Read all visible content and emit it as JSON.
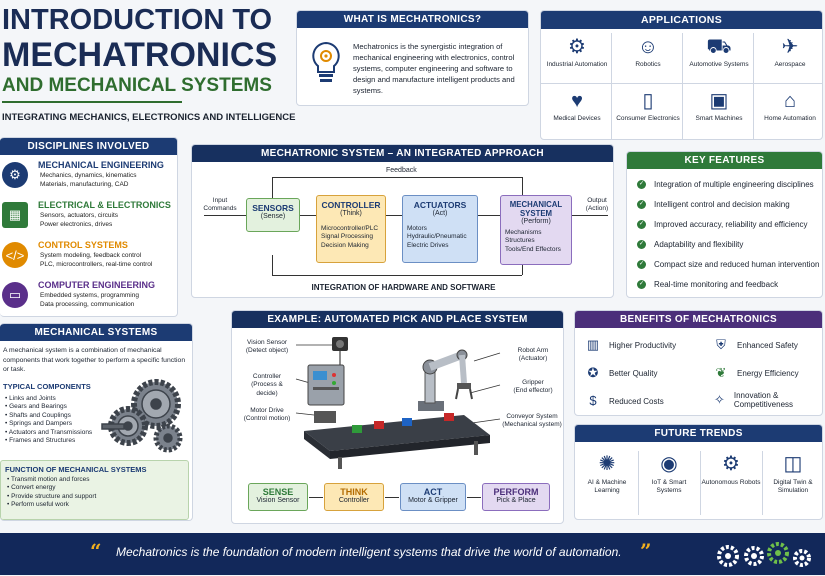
{
  "title": {
    "line1": "INTRODUCTION TO",
    "line2": "MECHATRONICS",
    "line3": "AND MECHANICAL SYSTEMS",
    "subtitle": "INTEGRATING MECHANICS, ELECTRONICS AND INTELLIGENCE"
  },
  "what": {
    "header": "WHAT IS MECHATRONICS?",
    "body": "Mechatronics is the synergistic integration of mechanical engineering with electronics, control systems, computer engineering and software to design and manufacture intelligent products and systems."
  },
  "applications": {
    "header": "APPLICATIONS",
    "items": [
      {
        "label": "Industrial Automation",
        "icon": "robot-arm-icon"
      },
      {
        "label": "Robotics",
        "icon": "robot-icon"
      },
      {
        "label": "Automotive Systems",
        "icon": "car-icon"
      },
      {
        "label": "Aerospace",
        "icon": "airplane-icon"
      },
      {
        "label": "Medical Devices",
        "icon": "heart-monitor-icon"
      },
      {
        "label": "Consumer Electronics",
        "icon": "smartphone-icon"
      },
      {
        "label": "Smart Machines",
        "icon": "iot-chip-icon"
      },
      {
        "label": "Home Automation",
        "icon": "smart-home-icon"
      }
    ]
  },
  "disciplines": {
    "header": "DISCIPLINES INVOLVED",
    "items": [
      {
        "title": "MECHANICAL ENGINEERING",
        "lines": [
          "Mechanics, dynamics, kinematics",
          "Materials, manufacturing, CAD"
        ],
        "color": "#1c3b73",
        "icon": "gear-icon"
      },
      {
        "title": "ELECTRICAL & ELECTRONICS",
        "lines": [
          "Sensors, actuators, circuits",
          "Power electronics, drives"
        ],
        "color": "#2f7a3a",
        "icon": "chip-icon"
      },
      {
        "title": "CONTROL SYSTEMS",
        "lines": [
          "System modeling, feedback control",
          "PLC, microcontrollers, real-time control"
        ],
        "color": "#e08a00",
        "icon": "code-screen-icon"
      },
      {
        "title": "COMPUTER ENGINEERING",
        "lines": [
          "Embedded systems, programming",
          "Data processing, communication"
        ],
        "color": "#5a2f8a",
        "icon": "computer-icon"
      }
    ]
  },
  "system": {
    "header": "MECHATRONIC SYSTEM – AN INTEGRATED APPROACH",
    "feedback": "Feedback",
    "input": "Input Commands",
    "output": "Output (Action)",
    "footer": "INTEGRATION OF HARDWARE AND SOFTWARE",
    "blocks": [
      {
        "title": "SENSORS",
        "sub": "(Sense)",
        "lines": []
      },
      {
        "title": "CONTROLLER",
        "sub": "(Think)",
        "lines": [
          "Microcontroller/PLC",
          "Signal Processing",
          "Decision Making"
        ]
      },
      {
        "title": "ACTUATORS",
        "sub": "(Act)",
        "lines": [
          "Motors",
          "Hydraulic/Pneumatic",
          "Electric Drives"
        ]
      },
      {
        "title": "MECHANICAL SYSTEM",
        "sub": "(Perform)",
        "lines": [
          "Mechanisms",
          "Structures",
          "Tools/End Effectors"
        ]
      }
    ]
  },
  "key_features": {
    "header": "KEY FEATURES",
    "items": [
      "Integration of multiple engineering disciplines",
      "Intelligent control and decision making",
      "Improved accuracy, reliability and efficiency",
      "Adaptability and flexibility",
      "Compact size and reduced human intervention",
      "Real-time monitoring and feedback"
    ]
  },
  "mech": {
    "header": "MECHANICAL SYSTEMS",
    "body": "A mechanical system is a combination of mechanical components that work together to perform a specific function or task.",
    "typical_header": "TYPICAL COMPONENTS",
    "typical": [
      "Links and Joints",
      "Gears and Bearings",
      "Shafts and Couplings",
      "Springs and Dampers",
      "Actuators and Transmissions",
      "Frames and Structures"
    ],
    "function_header": "FUNCTION OF MECHANICAL SYSTEMS",
    "functions": [
      "Transmit motion and forces",
      "Convert energy",
      "Provide structure and support",
      "Perform useful work"
    ]
  },
  "example": {
    "header": "EXAMPLE: AUTOMATED PICK AND PLACE SYSTEM",
    "labels": {
      "vision": [
        "Vision Sensor",
        "(Detect object)"
      ],
      "controller": [
        "Controller",
        "(Process & decide)"
      ],
      "motor": [
        "Motor Drive",
        "(Control motion)"
      ],
      "arm": [
        "Robot Arm",
        "(Actuator)"
      ],
      "gripper": [
        "Gripper",
        "(End effector)"
      ],
      "conveyor": [
        "Conveyor System",
        "(Mechanical system)"
      ]
    },
    "steps": [
      {
        "title": "SENSE",
        "sub": "Vision Sensor"
      },
      {
        "title": "THINK",
        "sub": "Controller"
      },
      {
        "title": "ACT",
        "sub": "Motor & Gripper"
      },
      {
        "title": "PERFORM",
        "sub": "Pick & Place"
      }
    ]
  },
  "benefits": {
    "header": "BENEFITS OF MECHATRONICS",
    "items": [
      {
        "label": "Higher Productivity",
        "icon": "bar-chart-icon"
      },
      {
        "label": "Enhanced Safety",
        "icon": "shield-icon"
      },
      {
        "label": "Better Quality",
        "icon": "medal-icon"
      },
      {
        "label": "Energy Efficiency",
        "icon": "leaf-icon"
      },
      {
        "label": "Reduced Costs",
        "icon": "dollar-icon"
      },
      {
        "label": "Innovation & Competitiveness",
        "icon": "lightbulb-icon"
      }
    ]
  },
  "future": {
    "header": "FUTURE TRENDS",
    "items": [
      {
        "label": "AI & Machine Learning",
        "icon": "brain-icon"
      },
      {
        "label": "IoT & Smart Systems",
        "icon": "wifi-icon"
      },
      {
        "label": "Autonomous Robots",
        "icon": "autonomous-robot-icon"
      },
      {
        "label": "Digital Twin & Simulation",
        "icon": "cube-screen-icon"
      }
    ]
  },
  "quote": "Mechatronics is the foundation of modern intelligent systems that drive the world of automation."
}
